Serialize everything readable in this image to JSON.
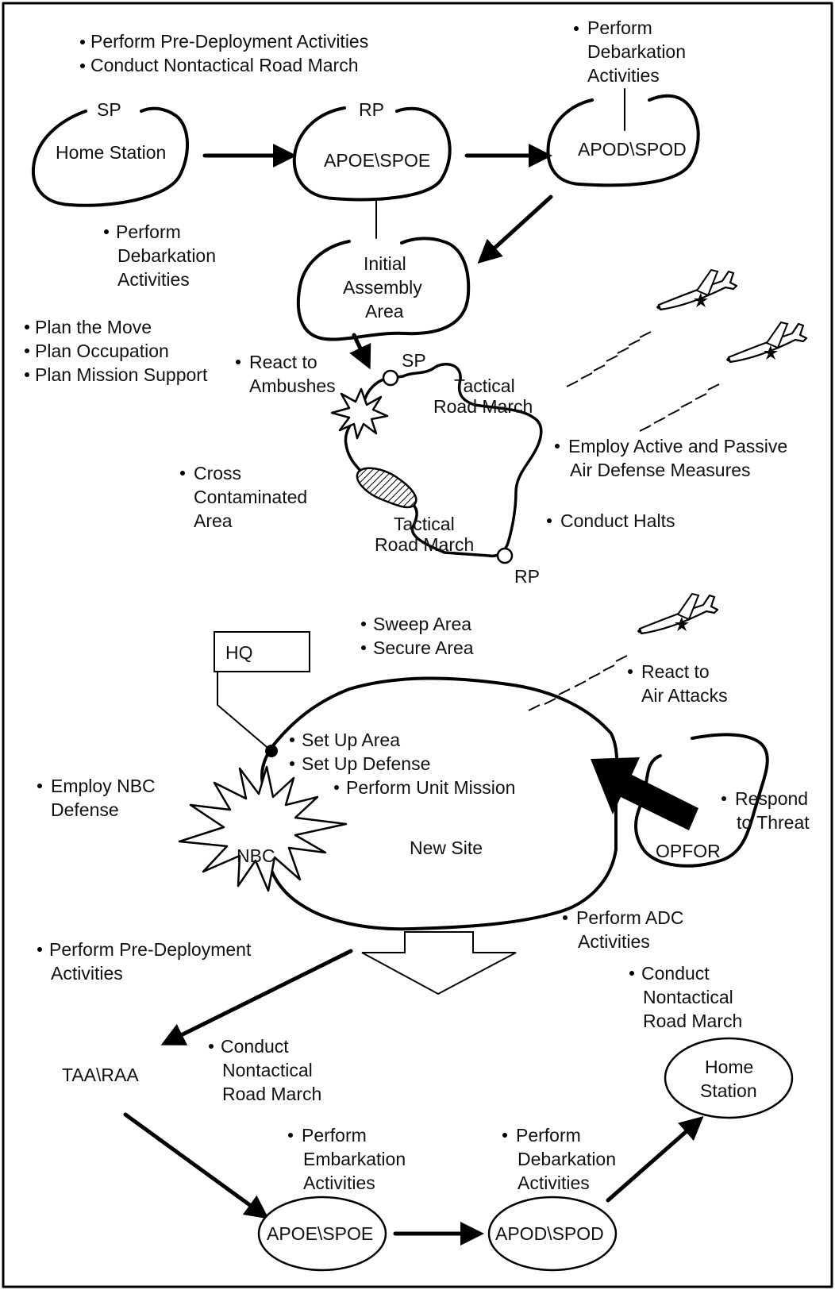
{
  "colors": {
    "ink": "#000000",
    "paper": "#ffffff"
  },
  "top": {
    "pre_deploy": [
      "Perform Pre-Deployment Activities",
      "Conduct Nontactical Road March"
    ],
    "sp": "SP",
    "home_station": "Home Station",
    "rp": "RP",
    "apoe_spoe": "APOE\\SPOE",
    "apod_spod": "APOD\\SPOD",
    "debark_top": [
      "Perform",
      "Debarkation",
      "Activities"
    ],
    "debark_left": [
      "Perform",
      "Debarkation",
      "Activities"
    ],
    "initial_assembly": [
      "Initial",
      "Assembly",
      "Area"
    ]
  },
  "march": {
    "plan": [
      "Plan the Move",
      "Plan Occupation",
      "Plan Mission Support"
    ],
    "ambush": [
      "React to",
      "Ambushes"
    ],
    "sp": "SP",
    "rp": "RP",
    "tactical_1": [
      "Tactical",
      "Road March"
    ],
    "tactical_2": [
      "Tactical",
      "Road March"
    ],
    "air_defense": [
      "Employ Active and Passive",
      "Air Defense Measures"
    ],
    "contaminated": [
      "Cross",
      "Contaminated",
      "Area"
    ],
    "halts": "Conduct Halts"
  },
  "site": {
    "sweep": [
      "Sweep Area",
      "Secure Area"
    ],
    "hq": "HQ",
    "air_attacks": [
      "React to",
      "Air Attacks"
    ],
    "setup": [
      "Set Up Area",
      "Set Up Defense",
      "Perform Unit Mission"
    ],
    "nbc_defense": [
      "Employ NBC",
      "Defense"
    ],
    "nbc": "NBC",
    "new_site": "New Site",
    "threat": [
      "Respond",
      "to Threat"
    ],
    "opfor": "OPFOR",
    "adc": [
      "Perform ADC",
      "Activities"
    ]
  },
  "return": {
    "pre_deploy": [
      "Perform Pre-Deployment",
      "Activities"
    ],
    "road_march_right": [
      "Conduct",
      "Nontactical",
      "Road March"
    ],
    "home_station": [
      "Home",
      "Station"
    ],
    "taa_raa": "TAA\\RAA",
    "road_march_left": [
      "Conduct",
      "Nontactical",
      "Road March"
    ],
    "embark": [
      "Perform",
      "Embarkation",
      "Activities"
    ],
    "debark": [
      "Perform",
      "Debarkation",
      "Activities"
    ],
    "apoe_spoe": "APOE\\SPOE",
    "apod_spod": "APOD\\SPOD"
  }
}
